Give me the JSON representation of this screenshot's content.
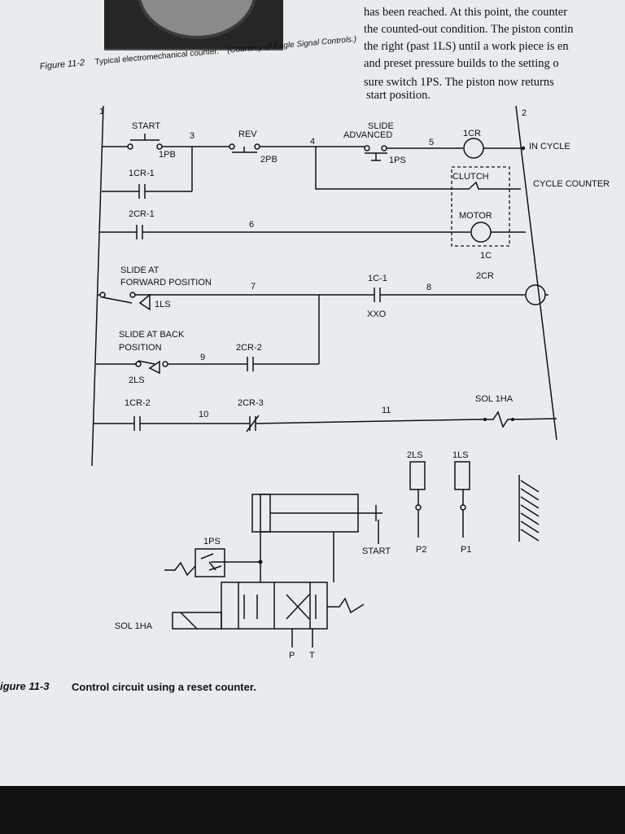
{
  "prose_lines": [
    "has been reached. At this point, the counter",
    "the counted-out condition. The piston contin",
    "the right (past 1LS) until a work piece is en",
    "and preset pressure builds to the setting o",
    "sure switch 1PS. The piston now returns",
    "start position."
  ],
  "figure_11_2": {
    "number": "Figure 11-2",
    "title": "Typical electromechanical counter.",
    "credit": "(Courtesy of Eagle Signal Controls.)"
  },
  "figure_11_3": {
    "number": "igure 11-3",
    "title": "Control circuit using a reset counter."
  },
  "ladder": {
    "rail_left": "1",
    "rail_right": "2",
    "rungs": {
      "r3": "3",
      "r4": "4",
      "r5": "5",
      "r6": "6",
      "r7": "7",
      "r8": "8",
      "r9": "9",
      "r10": "10",
      "r11": "11"
    },
    "labels": {
      "start": "START",
      "pb1": "1PB",
      "rev": "REV",
      "pb2": "2PB",
      "slide_advanced": "SLIDE\nADVANCED",
      "ps1": "1PS",
      "cr1": "1CR",
      "in_cycle": "IN CYCLE",
      "cr1_1": "1CR-1",
      "clutch": "CLUTCH",
      "cycle_counter": "CYCLE COUNTER",
      "cr2_1": "2CR-1",
      "motor": "MOTOR",
      "c1": "1C",
      "slide_forward": "SLIDE AT\nFORWARD POSITION",
      "ls1": "1LS",
      "c1_1": "1C-1",
      "xxo": "XXO",
      "cr2": "2CR",
      "slide_back": "SLIDE AT BACK\nPOSITION",
      "cr2_2": "2CR-2",
      "ls2": "2LS",
      "cr1_2": "1CR-2",
      "cr2_3": "2CR-3",
      "sol_1ha": "SOL 1HA"
    }
  },
  "hydraulic": {
    "ls2": "2LS",
    "ls1": "1LS",
    "p2": "P2",
    "p1": "P1",
    "start": "START",
    "ps1": "1PS",
    "sol_1ha": "SOL 1HA",
    "p": "P",
    "t": "T"
  }
}
